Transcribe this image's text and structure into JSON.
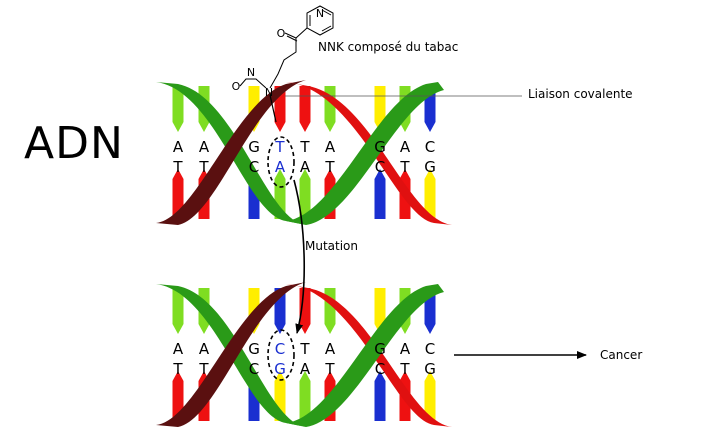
{
  "title": "ADN",
  "labels": {
    "compound": "NNK composé du tabac",
    "covalent": "Liaison covalente",
    "mutation": "Mutation",
    "cancer": "Cancer"
  },
  "molecule": {
    "ring_atom": "N",
    "carbonyl_oxygen": "O",
    "nitroso_oxygen": "O",
    "nitroso_nitrogen": "N",
    "amine_nitrogen": "N"
  },
  "dna_top": {
    "pairs": [
      {
        "top": "A",
        "bottom": "T"
      },
      {
        "top": "A",
        "bottom": "T"
      },
      {
        "top": "G",
        "bottom": "C"
      },
      {
        "top": "T",
        "bottom": "A"
      },
      {
        "top": "T",
        "bottom": "A"
      },
      {
        "top": "A",
        "bottom": "T"
      },
      {
        "top": "G",
        "bottom": "C"
      },
      {
        "top": "A",
        "bottom": "T"
      },
      {
        "top": "C",
        "bottom": "G"
      }
    ]
  },
  "dna_bottom": {
    "pairs": [
      {
        "top": "A",
        "bottom": "T"
      },
      {
        "top": "A",
        "bottom": "T"
      },
      {
        "top": "G",
        "bottom": "C"
      },
      {
        "top": "C",
        "bottom": "G"
      },
      {
        "top": "T",
        "bottom": "A"
      },
      {
        "top": "A",
        "bottom": "T"
      },
      {
        "top": "G",
        "bottom": "C"
      },
      {
        "top": "A",
        "bottom": "T"
      },
      {
        "top": "C",
        "bottom": "G"
      }
    ]
  },
  "colors": {
    "A": "#7fdd22",
    "T": "#ee1111",
    "G": "#ffee00",
    "C": "#1a2fd0",
    "strand_green": "#2a9a18",
    "strand_red": "#e01010",
    "strand_dark": "#5a1010",
    "highlight_text": "#1a2fd0",
    "line": "#000000"
  }
}
